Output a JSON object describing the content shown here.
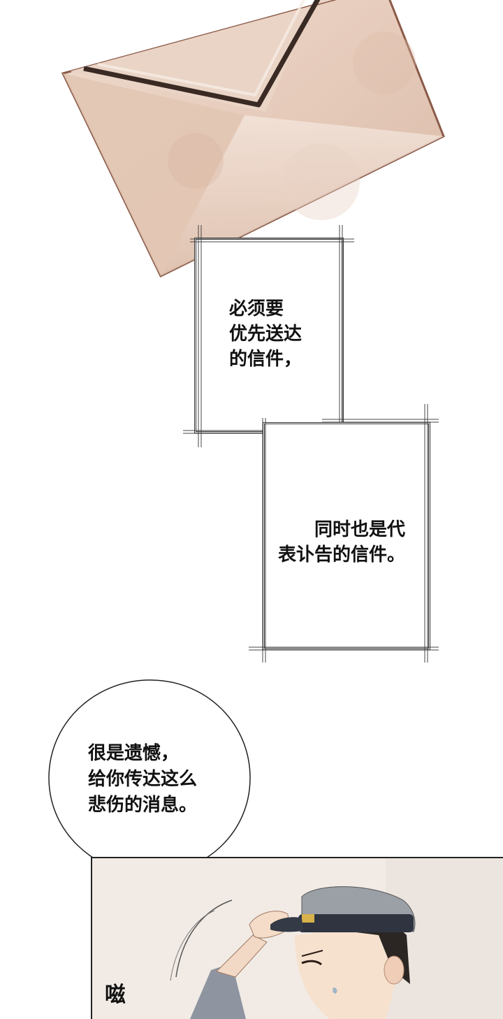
{
  "panels": {
    "caption_1": {
      "text": "必须要\n优先送达\n的信件，"
    },
    "caption_2": {
      "text": "同时也是代\n表讣告的信件。"
    },
    "speech_bubble": {
      "text": "很是遗憾，\n给你传达这么\n悲伤的消息。"
    },
    "sfx": {
      "text": "嗞"
    }
  },
  "illustrations": {
    "envelope": "envelope-illustration",
    "mail_carrier": "mail-carrier-illustration"
  },
  "colors": {
    "envelope_paper": "#e8cfc0",
    "envelope_shadow": "#c9a894",
    "envelope_edge": "#8a5a48",
    "cap_gray": "#9aa0a6",
    "cap_band": "#2f3440",
    "cap_badge": "#d8b24a",
    "hair": "#2b2624",
    "skin": "#f4dcc8"
  }
}
